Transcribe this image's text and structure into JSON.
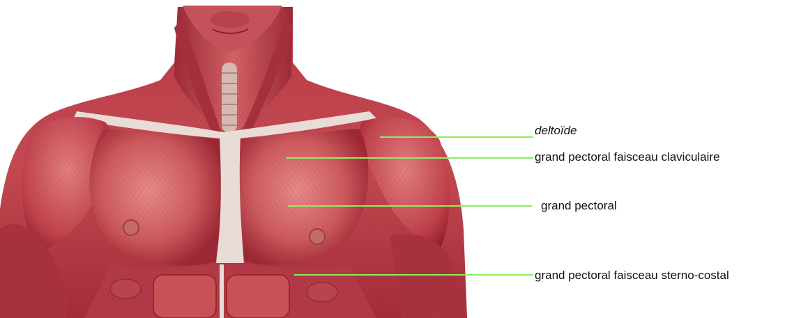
{
  "colors": {
    "leader_line": "#8aee5a",
    "muscle_dark": "#8e1f2c",
    "muscle_mid": "#c1444e",
    "muscle_light": "#de7a7c",
    "tendon": "#e9dcd6",
    "label_text": "#111111"
  },
  "labels": [
    {
      "id": "deltoide",
      "text": "deltoïde",
      "italic": true
    },
    {
      "id": "grand-pectoral-claviculaire",
      "text": "grand pectoral faisceau claviculaire"
    },
    {
      "id": "grand-pectoral",
      "text": "grand pectoral"
    },
    {
      "id": "grand-pectoral-sterno-costal",
      "text": "grand pectoral faisceau sterno-costal"
    }
  ]
}
